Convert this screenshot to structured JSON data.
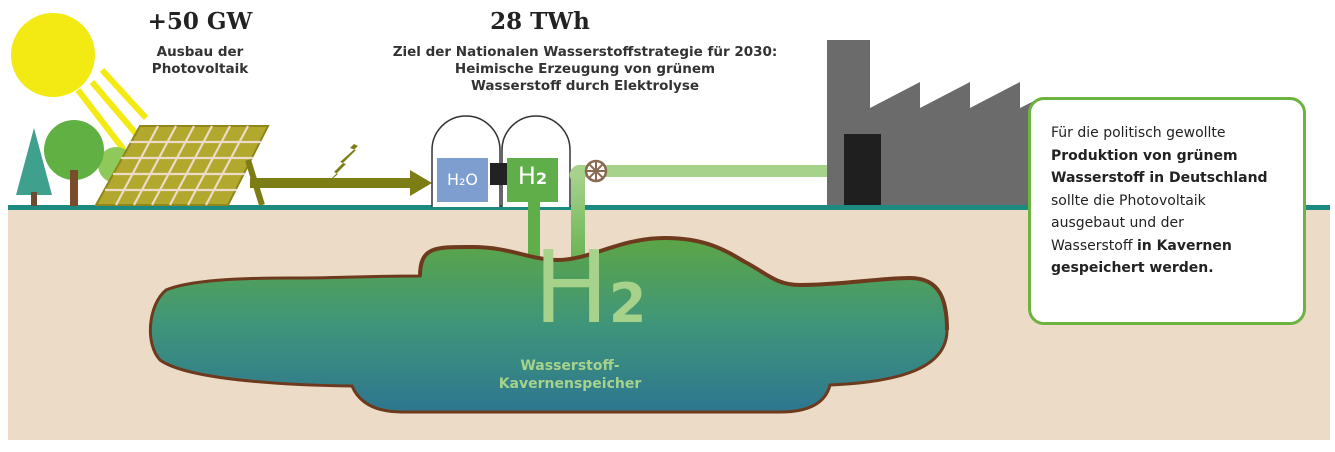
{
  "solar": {
    "value": "+50 GW",
    "line1": "Ausbau der",
    "line2": "Photovoltaik"
  },
  "target": {
    "value": "28 TWh",
    "line1": "Ziel der Nationalen Wasserstoffstrategie für 2030:",
    "line2": "Heimische Erzeugung von grünem",
    "line3": "Wasserstoff durch Elektrolyse"
  },
  "tanks": {
    "water_label": "H₂O",
    "hydrogen_label_main": "H",
    "hydrogen_label_sub": "2"
  },
  "cavern": {
    "symbol_main": "H",
    "symbol_sub": "2",
    "label_line1": "Wasserstoff-",
    "label_line2": "Kavernenspeicher"
  },
  "infobox": {
    "p1": "Für die politisch gewollte",
    "p2": "Produktion von grünem",
    "p3": "Wasserstoff in Deutschland",
    "p4": "sollte die Photovoltaik",
    "p5": "ausgebaut und der",
    "p6": "Wasserstoff ",
    "p6b": "in Kavernen",
    "p7": "gespeichert werden."
  },
  "colors": {
    "ground": "#ecdbc6",
    "surface_line": "#1d8a80",
    "sun": "#f3ea14",
    "panel": "#b2a82e",
    "arrow_olive": "#7d7d15",
    "pipe_green": "#5fae4a",
    "pipe_light": "#a6d28c",
    "factory": "#6b6b6b",
    "accent_green": "#6db33f"
  }
}
